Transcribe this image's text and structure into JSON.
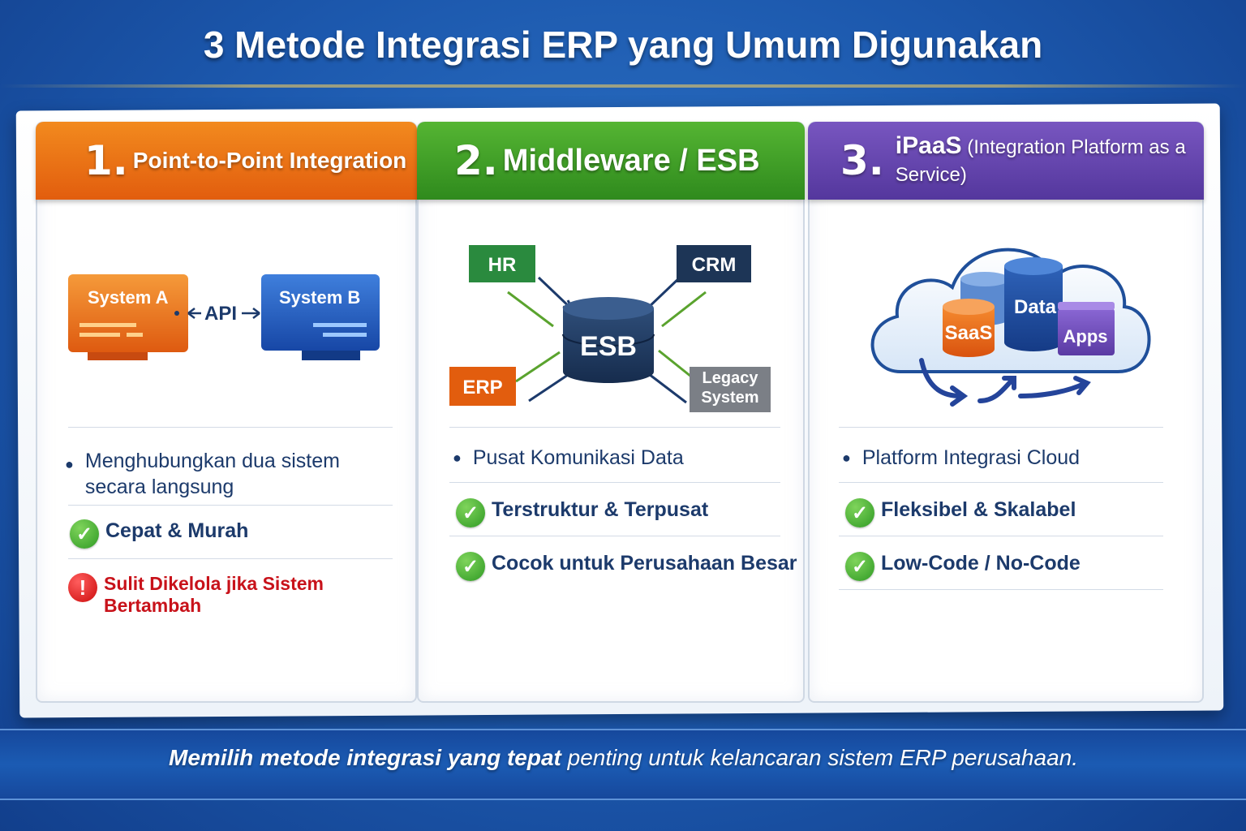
{
  "title": "3 Metode Integrasi ERP yang Umum Digunakan",
  "methods": [
    {
      "number": "1.",
      "name": "Point-to-Point Integration",
      "diagram": {
        "system_a": "System A",
        "system_b": "System B",
        "link": "API"
      },
      "description": "Menghubungkan dua sistem secara langsung",
      "pros": [
        "Cepat & Murah"
      ],
      "cons": [
        "Sulit Dikelola jika Sistem Bertambah"
      ]
    },
    {
      "number": "2.",
      "name": "Middleware / ESB",
      "diagram": {
        "hub": "ESB",
        "nodes": [
          "HR",
          "CRM",
          "ERP",
          "Legacy System"
        ]
      },
      "description": "Pusat Komunikasi Data",
      "pros": [
        "Terstruktur & Terpusat",
        "Cocok untuk Perusahaan Besar"
      ]
    },
    {
      "number": "3.",
      "name": "iPaaS",
      "name_detail": "(Integration Platform as a Service)",
      "diagram": {
        "items": [
          "SaaS",
          "Data",
          "Apps"
        ]
      },
      "description": "Platform Integrasi Cloud",
      "pros": [
        "Fleksibel & Skalabel",
        "Low-Code / No-Code"
      ]
    }
  ],
  "footer": {
    "bold": "Memilih metode integrasi yang tepat",
    "rest": " penting untuk kelancaran sistem ERP perusahaan."
  },
  "colors": {
    "orange": "#e8700f",
    "green": "#3f9e25",
    "purple": "#6446ae",
    "navy": "#1c3a6b",
    "background": "#1c58ad"
  },
  "icons": [
    "check-icon",
    "warning-icon",
    "bullet-icon",
    "cloud-icon",
    "database-icon",
    "arrow-icon"
  ]
}
